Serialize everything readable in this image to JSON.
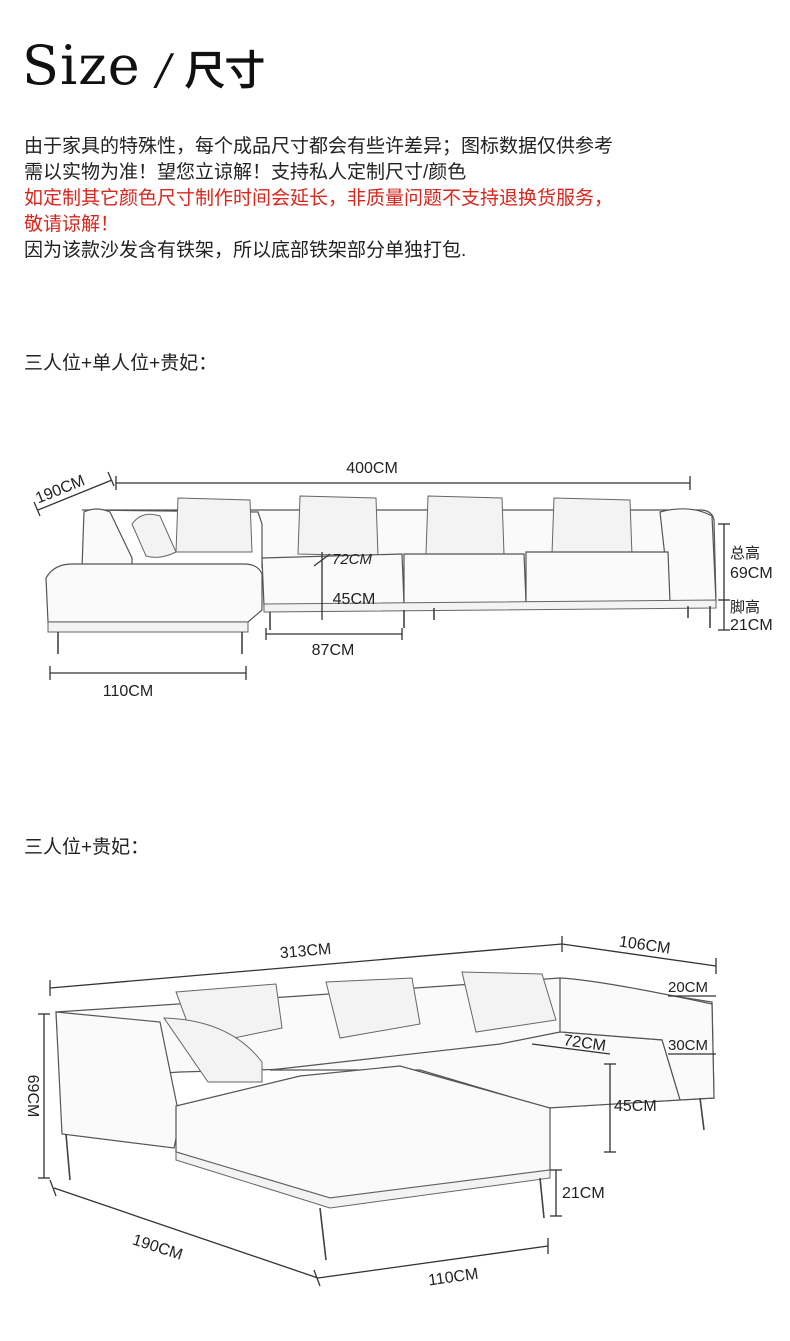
{
  "header": {
    "title_en": "Size",
    "separator": "/",
    "title_cn": "尺寸"
  },
  "notes": {
    "line1": "由于家具的特殊性，每个成品尺寸都会有些许差异；图标数据仅供参考",
    "line2": "需以实物为准！望您立谅解！支持私人定制尺寸/颜色",
    "red1": "如定制其它颜色尺寸制作时间会延长，非质量问题不支持退换货服务，",
    "red2": "敬请谅解！",
    "line3": "因为该款沙发含有铁架，所以底部铁架部分单独打包."
  },
  "colors": {
    "text": "#222222",
    "notice_red": "#d9261c",
    "line": "#333333"
  },
  "section1": {
    "title": "三人位+单人位+贵妃：",
    "dims": {
      "total_width": "400CM",
      "depth": "190CM",
      "seat_depth": "72CM",
      "seat_height": "45CM",
      "module_width": "87CM",
      "chaise_width": "110CM",
      "total_height_label": "总高",
      "total_height": "69CM",
      "leg_height_label": "脚高",
      "leg_height": "21CM"
    }
  },
  "section2": {
    "title": "三人位+贵妃：",
    "dims": {
      "total_width": "313CM",
      "side_width": "106CM",
      "arm_width": "20CM",
      "seat_depth": "72CM",
      "arm_height": "30CM",
      "seat_height": "45CM",
      "total_height": "69CM",
      "leg_height": "21CM",
      "chaise_depth": "190CM",
      "chaise_width": "110CM"
    }
  }
}
